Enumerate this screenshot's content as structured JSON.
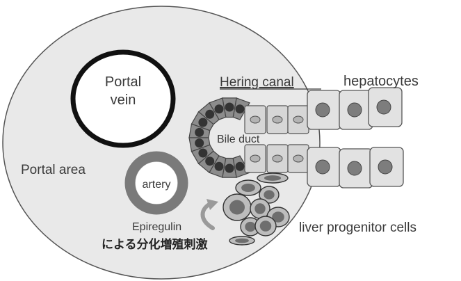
{
  "labels": {
    "portal_vein_line1": "Portal",
    "portal_vein_line2": "vein",
    "hering_canal": "Hering canal",
    "hepatocytes": "hepatocytes",
    "bile_duct": "Bile duct",
    "portal_area": "Portal area",
    "artery": "artery",
    "epiregulin": "Epiregulin",
    "japanese_caption": "による分化増殖刺激",
    "liver_progenitor_cells": "liver progenitor cells"
  },
  "colors": {
    "portal_area_fill": "#e9e9e9",
    "vein_stroke": "#111111",
    "artery_ring": "#7a7a7a",
    "duct_cell": "#8c8c8c",
    "duct_nucleus": "#333333",
    "hepatocyte_cell": "#e2e2e2",
    "hepatocyte_nucleus": "#7d7d7d",
    "progenitor_cell": "#bdbdbd",
    "progenitor_nucleus": "#6e6e6e"
  }
}
